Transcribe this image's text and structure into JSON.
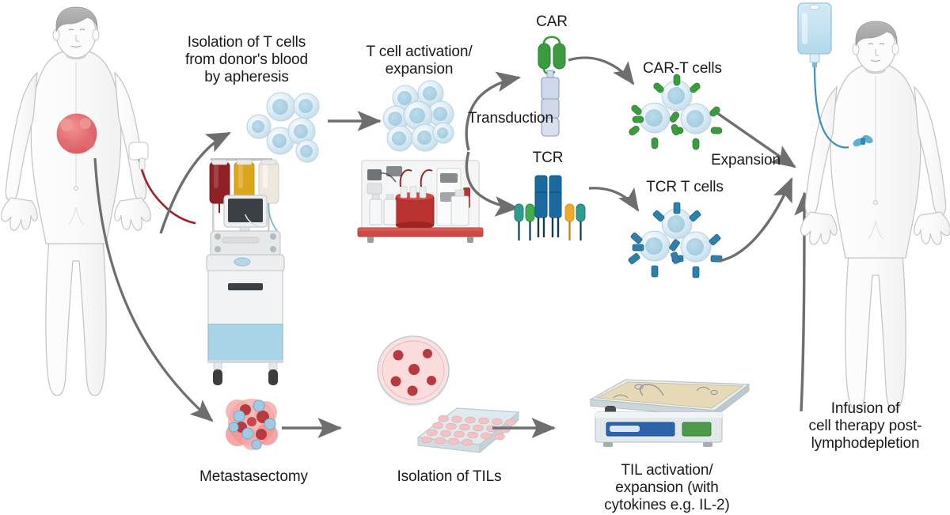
{
  "figure": {
    "type": "scientific-process-diagram",
    "topic": "Adoptive cell therapy manufacturing workflow (CAR-T, TCR-T, TIL)"
  },
  "labels": {
    "isolation": "Isolation of T cells\nfrom donor's blood\nby apheresis",
    "activation": "T cell activation/\nexpansion",
    "transduction": "Transduction",
    "car": "CAR",
    "tcr": "TCR",
    "car_t_cells": "CAR-T cells",
    "tcr_t_cells": "TCR T cells",
    "expansion": "Expansion",
    "infusion": "Infusion of\ncell therapy post-\nlymphodepletion",
    "metastasectomy": "Metastasectomy",
    "isolation_tils": "Isolation of TILs",
    "til_activation": "TIL activation/\nexpansion (with\ncytokines e.g. IL-2)"
  },
  "colors": {
    "text": "#1a1a1a",
    "arrow_gray": "#6e6e6e",
    "body_outline": "#bdbdbd",
    "body_fill": "#fbfbfb",
    "hair_gray": "#a9a9a9",
    "tumor_red": "#e8747c",
    "blood_red": "#9e2029",
    "tcell_blue": "#cfe3ef",
    "tcell_nucleus": "#a8cfe0",
    "car_green": "#3a9b3f",
    "tcr_blue": "#1a6aa0",
    "tcr_teal": "#2e9c8e",
    "tcr_orange": "#f0a92c",
    "machine_gray": "#e3e5e7",
    "machine_blue": "#a9d4e8",
    "bag_amber": "#dba61c",
    "bag_cream": "#efe6dc",
    "plate_pink": "#f6c9cb",
    "iv_blue": "#bfe0ee",
    "bioreactor_red": "#b9322f",
    "display_blue": "#2b63ad",
    "display_green": "#4c9a4a"
  },
  "elements": {
    "donor_patient": "donor patient with chest tumor and blood draw line",
    "apheresis_machine": "apheresis machine with three fluid bags and monitor",
    "isolated_tcells": "scattered isolated T cells",
    "expanded_tcells": "clustered expanded T cells",
    "bioreactor": "cell processing bioreactor unit",
    "car_construct": "CAR receptor construct",
    "tcr_construct": "TCR receptor complex",
    "car_t_cluster": "CAR-T cell cluster with green receptors",
    "tcr_t_cluster": "TCR T cell cluster with blue receptors",
    "recipient_patient": "recipient patient receiving IV infusion",
    "iv_bag": "intravenous infusion bag",
    "tumor_mass": "resected tumor mass with infiltrating lymphocytes",
    "petri_dish": "petri dish with tumor fragments",
    "well_plate": "24-well culture plate",
    "rocking_bioreactor": "rocking platform bioreactor for TIL expansion"
  }
}
